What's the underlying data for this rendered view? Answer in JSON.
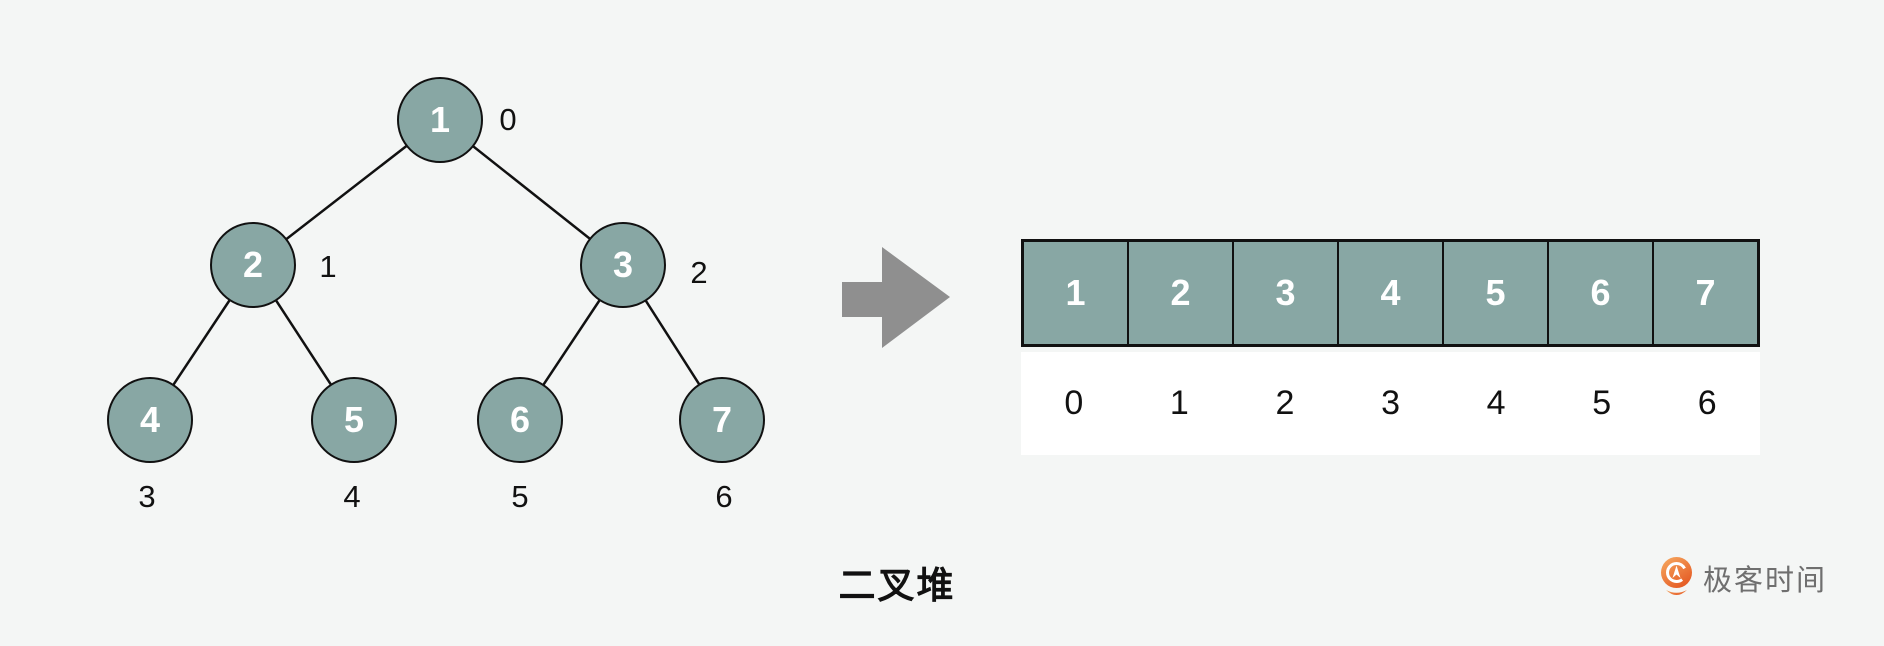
{
  "tree": {
    "nodes": [
      {
        "value": "1",
        "index": "0"
      },
      {
        "value": "2",
        "index": "1"
      },
      {
        "value": "3",
        "index": "2"
      },
      {
        "value": "4",
        "index": "3"
      },
      {
        "value": "5",
        "index": "4"
      },
      {
        "value": "6",
        "index": "5"
      },
      {
        "value": "7",
        "index": "6"
      }
    ]
  },
  "array": {
    "values": [
      "1",
      "2",
      "3",
      "4",
      "5",
      "6",
      "7"
    ],
    "indices": [
      "0",
      "1",
      "2",
      "3",
      "4",
      "5",
      "6"
    ]
  },
  "caption": "二叉堆",
  "logo": {
    "text": "极客时间"
  },
  "colors": {
    "background": "#f4f6f5",
    "node_fill": "#88a7a4",
    "node_border": "#111111",
    "arrow_gray": "#8f8f8f",
    "logo_orange": "#ec6d2d",
    "logo_text_gray": "#6f6f6f"
  }
}
